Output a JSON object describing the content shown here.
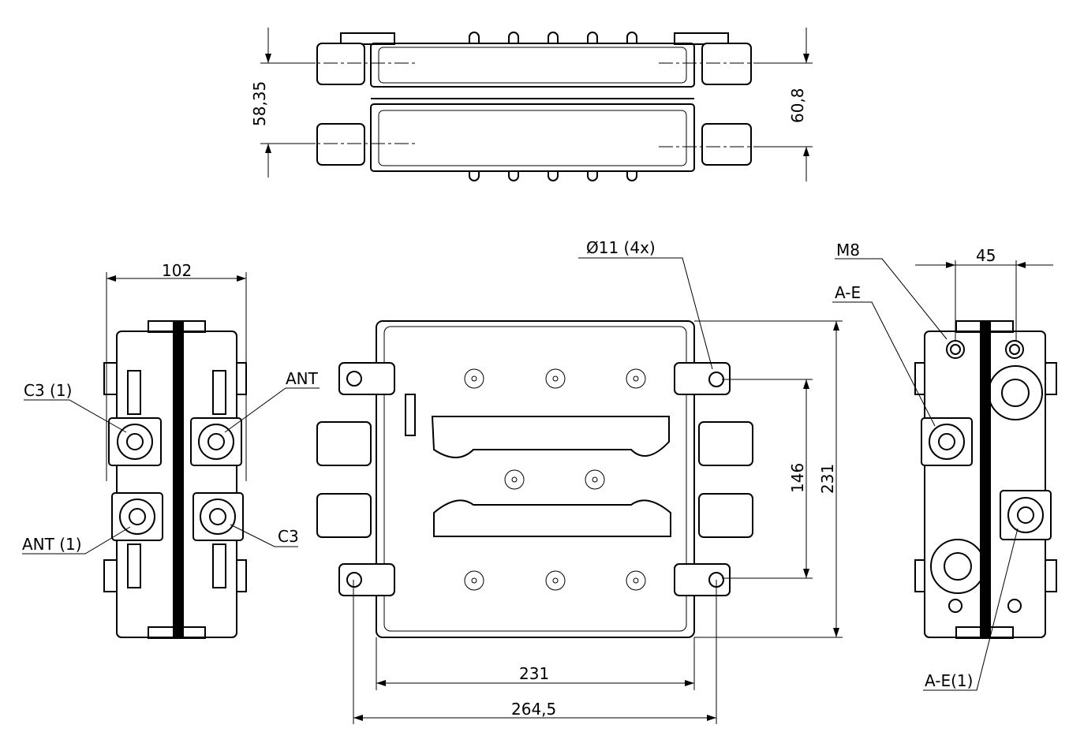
{
  "top_view": {
    "dim_left": "58,35",
    "dim_right": "60,8"
  },
  "side_view": {
    "dim_width": "102",
    "label_c3_1": "C3 (1)",
    "label_ant": "ANT",
    "label_ant_1": "ANT (1)",
    "label_c3": "C3"
  },
  "front_view": {
    "label_hole": "Ø11 (4x)",
    "dim_146": "146",
    "dim_231_v": "231",
    "dim_231_h": "231",
    "dim_264": "264,5"
  },
  "right_view": {
    "label_m8": "M8",
    "dim_45": "45",
    "label_ae": "A-E",
    "label_ae_1": "A-E(1)"
  }
}
